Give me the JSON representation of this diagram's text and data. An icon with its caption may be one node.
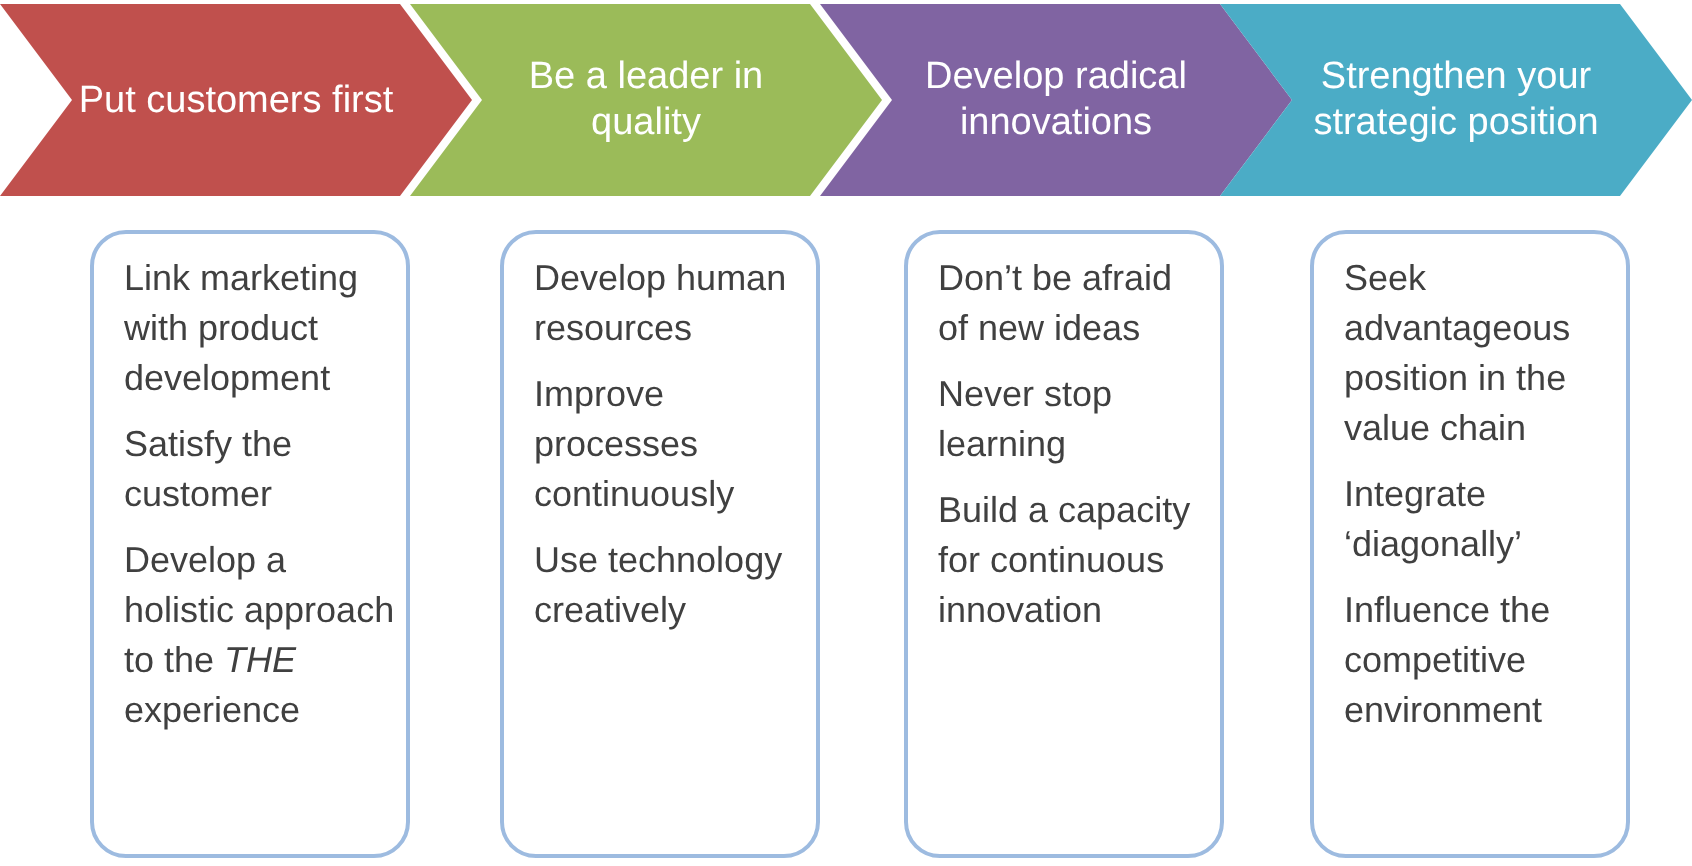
{
  "diagram": {
    "nodes": [
      {
        "text": [
          "Put customers first"
        ]
      },
      {
        "text": [
          "Be a leader in quality"
        ]
      },
      {
        "text": [
          "Develop radical innovations"
        ]
      },
      {
        "text": [
          "Strengthen your strategic position"
        ]
      },
      {
        "text": [
          "Link marketing with product development",
          "Satisfy the customer",
          "Develop a holistic approach to the *THE* experience"
        ]
      },
      {
        "text": [
          "Develop human resources",
          "Improve processes continuously",
          "Use technology creatively"
        ]
      },
      {
        "text": [
          "Don’t be afraid of new ideas",
          "Never stop learning",
          "Build a capacity for continuous innovation"
        ]
      },
      {
        "text": [
          "Seek advantageous position in the value chain",
          "Integrate ‘diagonally’",
          "Influence the competitive environment"
        ]
      }
    ]
  }
}
